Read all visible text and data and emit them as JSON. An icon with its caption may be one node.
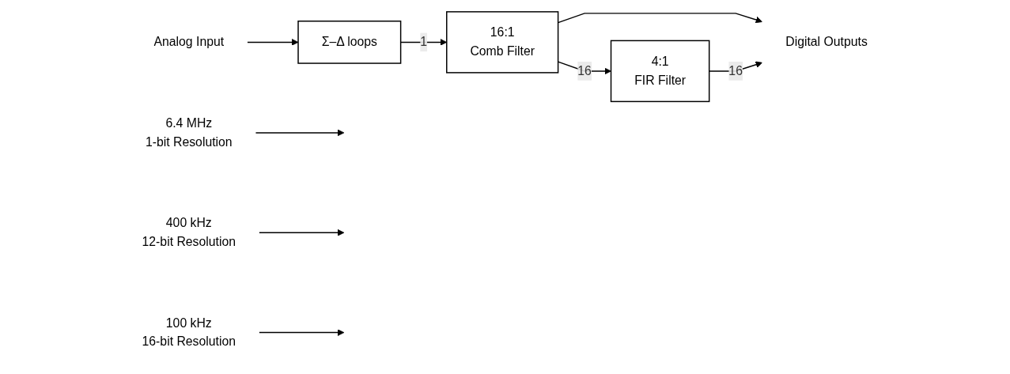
{
  "diagram": {
    "nodes": [
      {
        "text": [
          "Analog Input"
        ]
      },
      {
        "text": [
          "Σ–Δ loops"
        ]
      },
      {
        "text": [
          "16:1",
          "Comb Filter"
        ]
      },
      {
        "text": [
          "4:1",
          "FIR Filter"
        ]
      },
      {
        "text": [
          "Digital Outputs"
        ]
      },
      {
        "text": [
          "6.4 MHz",
          "1-bit Resolution"
        ]
      },
      {
        "text": [
          "400 kHz",
          "12-bit Resolution"
        ]
      },
      {
        "text": [
          "100 kHz",
          "16-bit Resolution"
        ]
      }
    ],
    "edges": [
      {
        "from": 0,
        "to": 1,
        "arrow": "to"
      },
      {
        "from": 1,
        "to": 2,
        "arrow": "to",
        "label": "1"
      },
      {
        "from": 2,
        "to": 3,
        "arrow": "to",
        "label": "16"
      },
      {
        "from": 2,
        "to": 4,
        "arrow": "to"
      },
      {
        "from": 3,
        "to": 4,
        "arrow": "to",
        "label": "16"
      },
      {
        "from": 5,
        "to": null,
        "arrow": "to"
      },
      {
        "from": 6,
        "to": null,
        "arrow": "to"
      },
      {
        "from": 7,
        "to": null,
        "arrow": "to"
      }
    ]
  }
}
